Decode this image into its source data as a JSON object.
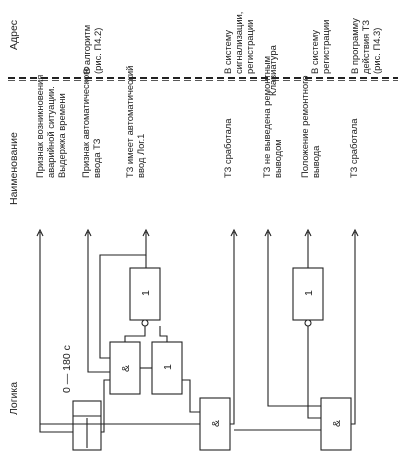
{
  "headers": {
    "address": "Адрес",
    "name": "Наименование",
    "logic": "Логика"
  },
  "rows": [
    {
      "name_lines": [
        "Признак возникновения",
        "аварийной ситуации.",
        "Выдержка времени"
      ],
      "address_lines": []
    },
    {
      "name_lines": [
        "Признак автоматического",
        "ввода ТЗ"
      ],
      "address_lines": [
        "В алгоритм",
        "(рис. П4.2)"
      ]
    },
    {
      "name_lines": [
        "ТЗ имеет автоматический",
        "ввод  Лог.1"
      ],
      "address_lines": []
    },
    {
      "name_lines": [
        "ТЗ сработала"
      ],
      "address_lines": [
        "В систему",
        "сигнализации,",
        "регистрации"
      ]
    },
    {
      "name_lines": [
        "ТЗ не выведена ремонтным",
        "выводом"
      ],
      "address_lines": [
        "Клавиатура"
      ]
    },
    {
      "name_lines": [
        "Положение ремонтного",
        "вывода"
      ],
      "address_lines": [
        "В систему",
        "регистрации"
      ]
    },
    {
      "name_lines": [
        "ТЗ сработала"
      ],
      "address_lines": [
        "В программу",
        "действия ТЗ",
        "(рис. П4.3)"
      ]
    }
  ],
  "blocks": {
    "delay": "0 — 180 с",
    "and_1": "&",
    "and_2": "&",
    "and_3": "&",
    "one_1": "1",
    "one_2": "1",
    "one_3": "1"
  }
}
